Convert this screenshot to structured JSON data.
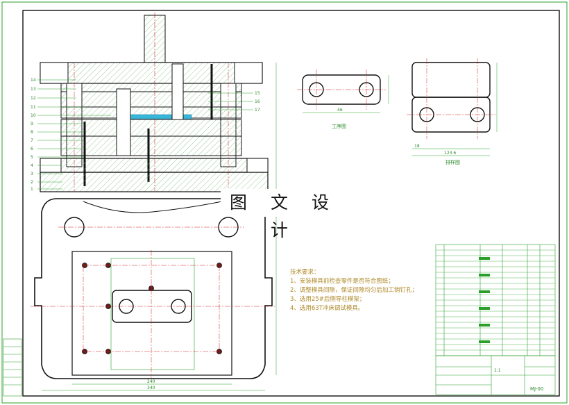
{
  "watermark": "图 文 设 计",
  "views": {
    "workpiece_label": "工序图",
    "strip_label": "排样图"
  },
  "tech_requirements": {
    "title": "技术要求：",
    "items": [
      "1、安装模具前检查零件是否符合图纸；",
      "2、调整模具间隙，保证间隙均匀后加工销钉孔；",
      "3、选用25#后侧导柱模架；",
      "4、选用63T冲床调试模具。"
    ]
  },
  "dimensions": {
    "base_width_a": "240",
    "base_width_b": "340",
    "workpiece_width": "46",
    "strip_width": "123.6",
    "strip_pitch": "18"
  },
  "part_numbers": [
    "14",
    "13",
    "12",
    "11",
    "10",
    "9",
    "8",
    "7",
    "6",
    "5",
    "4",
    "3",
    "2",
    "1"
  ],
  "right_callouts": [
    "15",
    "16",
    "17"
  ],
  "title_block": {
    "drawing_code": "MJ-00",
    "scale": "1:1"
  },
  "colors": {
    "outline": "#111111",
    "frame": "#2aa02a",
    "centerline": "#d02020",
    "hatch": "#6fbf6f",
    "highlight": "#38b6d8",
    "notes": "#b08a2a"
  }
}
